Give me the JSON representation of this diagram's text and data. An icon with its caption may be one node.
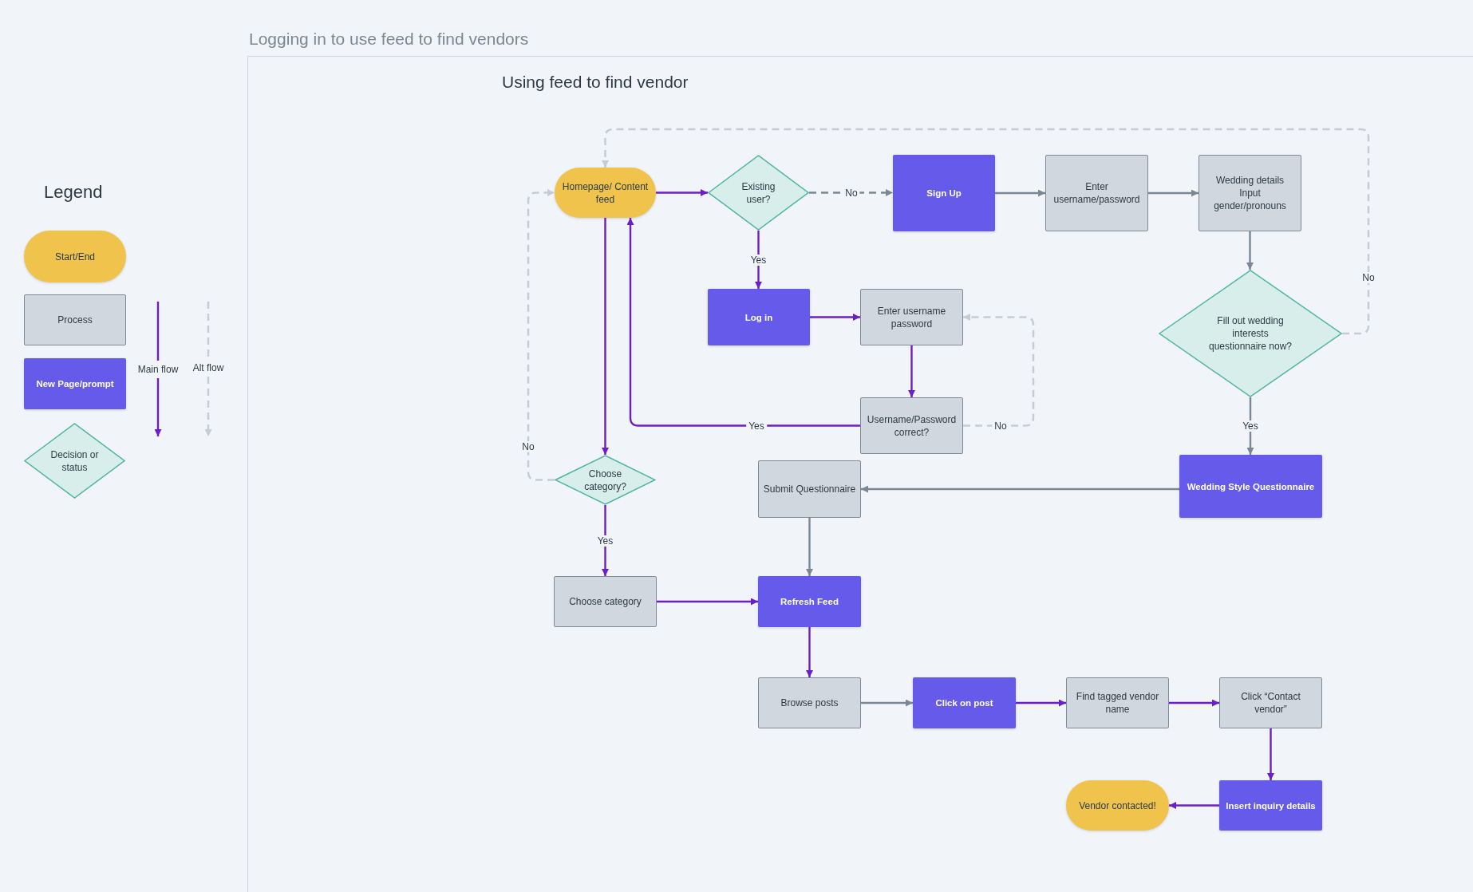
{
  "diagram": {
    "nodes": [
      {
        "text": [
          "Logging in to use feed to find vendors",
          "Using feed to find vendor"
        ]
      },
      {
        "text": [
          "Homepage/ Content feed"
        ],
        "in": 0
      },
      {
        "text": [
          "Existing user?"
        ],
        "in": 0
      },
      {
        "text": [
          "Sign Up"
        ],
        "in": 0
      },
      {
        "text": [
          "Enter username/password"
        ],
        "in": 0
      },
      {
        "text": [
          "Wedding details Input gender/pronouns"
        ],
        "in": 0
      },
      {
        "text": [
          "Log in"
        ],
        "in": 0
      },
      {
        "text": [
          "Enter username password"
        ],
        "in": 0
      },
      {
        "text": [
          "Fill out wedding interests questionnaire now?"
        ],
        "in": 0
      },
      {
        "text": [
          "Username/Password correct?"
        ],
        "in": 0
      },
      {
        "text": [
          "Choose category?"
        ],
        "in": 0
      },
      {
        "text": [
          "Submit Questionnaire"
        ],
        "in": 0
      },
      {
        "text": [
          "Wedding Style Questionnaire"
        ],
        "in": 0
      },
      {
        "text": [
          "Choose category"
        ],
        "in": 0
      },
      {
        "text": [
          "Refresh Feed"
        ],
        "in": 0
      },
      {
        "text": [
          "Browse posts"
        ],
        "in": 0
      },
      {
        "text": [
          "Click on post"
        ],
        "in": 0
      },
      {
        "text": [
          "Find tagged vendor name"
        ],
        "in": 0
      },
      {
        "text": [
          "Click “Contact vendor”"
        ],
        "in": 0
      },
      {
        "text": [
          "Vendor contacted!"
        ],
        "in": 0
      },
      {
        "text": [
          "Insert inquiry details"
        ],
        "in": 0
      }
    ],
    "edges": [
      {
        "from": 1,
        "to": 2,
        "arrow": "to"
      },
      {
        "from": 2,
        "to": 3,
        "arrow": "to",
        "label": "No",
        "style": "dashed",
        "color": "#7b8794"
      },
      {
        "from": 2,
        "to": 6,
        "arrow": "to",
        "label": "Yes"
      },
      {
        "from": 3,
        "to": 4,
        "arrow": "to",
        "color": "#7b8794"
      },
      {
        "from": 4,
        "to": 5,
        "arrow": "to",
        "color": "#7b8794"
      },
      {
        "from": 5,
        "to": 8,
        "arrow": "to",
        "color": "#7b8794"
      },
      {
        "from": 8,
        "to": 1,
        "arrow": "to",
        "label": "No",
        "style": "dashed",
        "color": "#c5ccd3"
      },
      {
        "from": 8,
        "to": 12,
        "arrow": "to",
        "label": "Yes",
        "color": "#7b8794"
      },
      {
        "from": 6,
        "to": 7,
        "arrow": "to"
      },
      {
        "from": 7,
        "to": 9,
        "arrow": "to"
      },
      {
        "from": 9,
        "to": 7,
        "arrow": "to",
        "label": "No",
        "style": "dashed",
        "color": "#c5ccd3"
      },
      {
        "from": 9,
        "to": 1,
        "arrow": "to",
        "label": "Yes"
      },
      {
        "from": 1,
        "to": 10,
        "arrow": "to"
      },
      {
        "from": 10,
        "to": 1,
        "arrow": "to",
        "label": "No",
        "style": "dashed",
        "color": "#c5ccd3"
      },
      {
        "from": 10,
        "to": 13,
        "arrow": "to",
        "label": "Yes"
      },
      {
        "from": 12,
        "to": 11,
        "arrow": "to",
        "color": "#7b8794"
      },
      {
        "from": 11,
        "to": 14,
        "arrow": "to",
        "color": "#7b8794"
      },
      {
        "from": 13,
        "to": 14,
        "arrow": "to"
      },
      {
        "from": 14,
        "to": 15,
        "arrow": "to"
      },
      {
        "from": 15,
        "to": 16,
        "arrow": "to",
        "color": "#7b8794"
      },
      {
        "from": 16,
        "to": 17,
        "arrow": "to"
      },
      {
        "from": 17,
        "to": 18,
        "arrow": "to"
      },
      {
        "from": 18,
        "to": 20,
        "arrow": "to"
      },
      {
        "from": 20,
        "to": 19,
        "arrow": "to"
      }
    ],
    "labels": [
      "Legend"
    ],
    "legend": [
      {
        "text": "Start/End",
        "color": "#f0c44c"
      },
      {
        "text": "Process",
        "color": "#d0d7df"
      },
      {
        "text": "New Page/prompt",
        "color": "#655ae9"
      },
      {
        "text": "Decision or status",
        "color": "#d8eeea"
      },
      {
        "text": "Main flow"
      },
      {
        "text": "Alt flow"
      }
    ]
  }
}
